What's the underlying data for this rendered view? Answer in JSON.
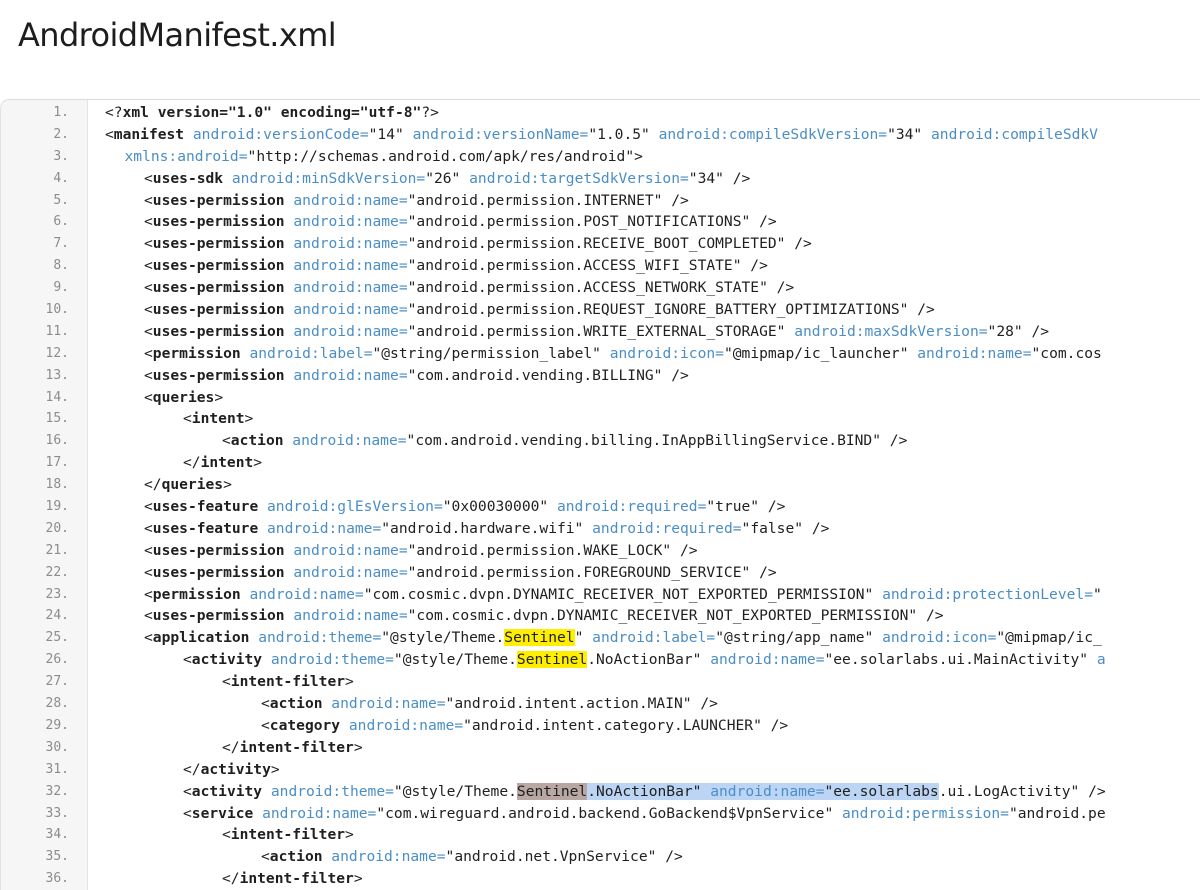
{
  "title": "AndroidManifest.xml",
  "highlight_word": "Sentinel",
  "lines": [
    {
      "n": "1.",
      "indent": 0,
      "parts": [
        {
          "t": "pu",
          "v": "<?"
        },
        {
          "t": "tg",
          "v": "xml version=\"1.0\" encoding=\"utf-8\""
        },
        {
          "t": "pu",
          "v": "?>"
        }
      ]
    },
    {
      "n": "2.",
      "indent": 0,
      "parts": [
        {
          "t": "pu",
          "v": "<"
        },
        {
          "t": "tg",
          "v": "manifest"
        },
        {
          "t": "at",
          "v": " android:versionCode"
        },
        {
          "t": "eq",
          "v": "="
        },
        {
          "t": "st",
          "v": "\"14\""
        },
        {
          "t": "at",
          "v": " android:versionName"
        },
        {
          "t": "eq",
          "v": "="
        },
        {
          "t": "st",
          "v": "\"1.0.5\""
        },
        {
          "t": "at",
          "v": " android:compileSdkVersion"
        },
        {
          "t": "eq",
          "v": "="
        },
        {
          "t": "st",
          "v": "\"34\""
        },
        {
          "t": "at",
          "v": " android:compileSdkV"
        }
      ]
    },
    {
      "n": "3.",
      "indent": 1,
      "parts": [
        {
          "t": "at",
          "v": "xmlns:android"
        },
        {
          "t": "eq",
          "v": "="
        },
        {
          "t": "st",
          "v": "\"http://schemas.android.com/apk/res/android\""
        },
        {
          "t": "pu",
          "v": ">"
        }
      ]
    },
    {
      "n": "4.",
      "indent": 2,
      "parts": [
        {
          "t": "pu",
          "v": "<"
        },
        {
          "t": "tg",
          "v": "uses-sdk"
        },
        {
          "t": "at",
          "v": " android:minSdkVersion"
        },
        {
          "t": "eq",
          "v": "="
        },
        {
          "t": "st",
          "v": "\"26\""
        },
        {
          "t": "at",
          "v": " android:targetSdkVersion"
        },
        {
          "t": "eq",
          "v": "="
        },
        {
          "t": "st",
          "v": "\"34\""
        },
        {
          "t": "pu",
          "v": " />"
        }
      ]
    },
    {
      "n": "5.",
      "indent": 2,
      "parts": [
        {
          "t": "pu",
          "v": "<"
        },
        {
          "t": "tg",
          "v": "uses-permission"
        },
        {
          "t": "at",
          "v": " android:name"
        },
        {
          "t": "eq",
          "v": "="
        },
        {
          "t": "st",
          "v": "\"android.permission.INTERNET\""
        },
        {
          "t": "pu",
          "v": " />"
        }
      ]
    },
    {
      "n": "6.",
      "indent": 2,
      "parts": [
        {
          "t": "pu",
          "v": "<"
        },
        {
          "t": "tg",
          "v": "uses-permission"
        },
        {
          "t": "at",
          "v": " android:name"
        },
        {
          "t": "eq",
          "v": "="
        },
        {
          "t": "st",
          "v": "\"android.permission.POST_NOTIFICATIONS\""
        },
        {
          "t": "pu",
          "v": " />"
        }
      ]
    },
    {
      "n": "7.",
      "indent": 2,
      "parts": [
        {
          "t": "pu",
          "v": "<"
        },
        {
          "t": "tg",
          "v": "uses-permission"
        },
        {
          "t": "at",
          "v": " android:name"
        },
        {
          "t": "eq",
          "v": "="
        },
        {
          "t": "st",
          "v": "\"android.permission.RECEIVE_BOOT_COMPLETED\""
        },
        {
          "t": "pu",
          "v": " />"
        }
      ]
    },
    {
      "n": "8.",
      "indent": 2,
      "parts": [
        {
          "t": "pu",
          "v": "<"
        },
        {
          "t": "tg",
          "v": "uses-permission"
        },
        {
          "t": "at",
          "v": " android:name"
        },
        {
          "t": "eq",
          "v": "="
        },
        {
          "t": "st",
          "v": "\"android.permission.ACCESS_WIFI_STATE\""
        },
        {
          "t": "pu",
          "v": " />"
        }
      ]
    },
    {
      "n": "9.",
      "indent": 2,
      "parts": [
        {
          "t": "pu",
          "v": "<"
        },
        {
          "t": "tg",
          "v": "uses-permission"
        },
        {
          "t": "at",
          "v": " android:name"
        },
        {
          "t": "eq",
          "v": "="
        },
        {
          "t": "st",
          "v": "\"android.permission.ACCESS_NETWORK_STATE\""
        },
        {
          "t": "pu",
          "v": " />"
        }
      ]
    },
    {
      "n": "10.",
      "indent": 2,
      "parts": [
        {
          "t": "pu",
          "v": "<"
        },
        {
          "t": "tg",
          "v": "uses-permission"
        },
        {
          "t": "at",
          "v": " android:name"
        },
        {
          "t": "eq",
          "v": "="
        },
        {
          "t": "st",
          "v": "\"android.permission.REQUEST_IGNORE_BATTERY_OPTIMIZATIONS\""
        },
        {
          "t": "pu",
          "v": " />"
        }
      ]
    },
    {
      "n": "11.",
      "indent": 2,
      "parts": [
        {
          "t": "pu",
          "v": "<"
        },
        {
          "t": "tg",
          "v": "uses-permission"
        },
        {
          "t": "at",
          "v": " android:name"
        },
        {
          "t": "eq",
          "v": "="
        },
        {
          "t": "st",
          "v": "\"android.permission.WRITE_EXTERNAL_STORAGE\""
        },
        {
          "t": "at",
          "v": " android:maxSdkVersion"
        },
        {
          "t": "eq",
          "v": "="
        },
        {
          "t": "st",
          "v": "\"28\""
        },
        {
          "t": "pu",
          "v": " />"
        }
      ]
    },
    {
      "n": "12.",
      "indent": 2,
      "parts": [
        {
          "t": "pu",
          "v": "<"
        },
        {
          "t": "tg",
          "v": "permission"
        },
        {
          "t": "at",
          "v": " android:label"
        },
        {
          "t": "eq",
          "v": "="
        },
        {
          "t": "st",
          "v": "\"@string/permission_label\""
        },
        {
          "t": "at",
          "v": " android:icon"
        },
        {
          "t": "eq",
          "v": "="
        },
        {
          "t": "st",
          "v": "\"@mipmap/ic_launcher\""
        },
        {
          "t": "at",
          "v": " android:name"
        },
        {
          "t": "eq",
          "v": "="
        },
        {
          "t": "st",
          "v": "\"com.cos"
        }
      ]
    },
    {
      "n": "13.",
      "indent": 2,
      "parts": [
        {
          "t": "pu",
          "v": "<"
        },
        {
          "t": "tg",
          "v": "uses-permission"
        },
        {
          "t": "at",
          "v": " android:name"
        },
        {
          "t": "eq",
          "v": "="
        },
        {
          "t": "st",
          "v": "\"com.android.vending.BILLING\""
        },
        {
          "t": "pu",
          "v": " />"
        }
      ]
    },
    {
      "n": "14.",
      "indent": 2,
      "parts": [
        {
          "t": "pu",
          "v": "<"
        },
        {
          "t": "tg",
          "v": "queries"
        },
        {
          "t": "pu",
          "v": ">"
        }
      ]
    },
    {
      "n": "15.",
      "indent": 4,
      "parts": [
        {
          "t": "pu",
          "v": "<"
        },
        {
          "t": "tg",
          "v": "intent"
        },
        {
          "t": "pu",
          "v": ">"
        }
      ]
    },
    {
      "n": "16.",
      "indent": 6,
      "parts": [
        {
          "t": "pu",
          "v": "<"
        },
        {
          "t": "tg",
          "v": "action"
        },
        {
          "t": "at",
          "v": " android:name"
        },
        {
          "t": "eq",
          "v": "="
        },
        {
          "t": "st",
          "v": "\"com.android.vending.billing.InAppBillingService.BIND\""
        },
        {
          "t": "pu",
          "v": " />"
        }
      ]
    },
    {
      "n": "17.",
      "indent": 4,
      "parts": [
        {
          "t": "pu",
          "v": "</"
        },
        {
          "t": "tg",
          "v": "intent"
        },
        {
          "t": "pu",
          "v": ">"
        }
      ]
    },
    {
      "n": "18.",
      "indent": 2,
      "parts": [
        {
          "t": "pu",
          "v": "</"
        },
        {
          "t": "tg",
          "v": "queries"
        },
        {
          "t": "pu",
          "v": ">"
        }
      ]
    },
    {
      "n": "19.",
      "indent": 2,
      "parts": [
        {
          "t": "pu",
          "v": "<"
        },
        {
          "t": "tg",
          "v": "uses-feature"
        },
        {
          "t": "at",
          "v": " android:glEsVersion"
        },
        {
          "t": "eq",
          "v": "="
        },
        {
          "t": "st",
          "v": "\"0x00030000\""
        },
        {
          "t": "at",
          "v": " android:required"
        },
        {
          "t": "eq",
          "v": "="
        },
        {
          "t": "st",
          "v": "\"true\""
        },
        {
          "t": "pu",
          "v": " />"
        }
      ]
    },
    {
      "n": "20.",
      "indent": 2,
      "parts": [
        {
          "t": "pu",
          "v": "<"
        },
        {
          "t": "tg",
          "v": "uses-feature"
        },
        {
          "t": "at",
          "v": " android:name"
        },
        {
          "t": "eq",
          "v": "="
        },
        {
          "t": "st",
          "v": "\"android.hardware.wifi\""
        },
        {
          "t": "at",
          "v": " android:required"
        },
        {
          "t": "eq",
          "v": "="
        },
        {
          "t": "st",
          "v": "\"false\""
        },
        {
          "t": "pu",
          "v": " />"
        }
      ]
    },
    {
      "n": "21.",
      "indent": 2,
      "parts": [
        {
          "t": "pu",
          "v": "<"
        },
        {
          "t": "tg",
          "v": "uses-permission"
        },
        {
          "t": "at",
          "v": " android:name"
        },
        {
          "t": "eq",
          "v": "="
        },
        {
          "t": "st",
          "v": "\"android.permission.WAKE_LOCK\""
        },
        {
          "t": "pu",
          "v": " />"
        }
      ]
    },
    {
      "n": "22.",
      "indent": 2,
      "parts": [
        {
          "t": "pu",
          "v": "<"
        },
        {
          "t": "tg",
          "v": "uses-permission"
        },
        {
          "t": "at",
          "v": " android:name"
        },
        {
          "t": "eq",
          "v": "="
        },
        {
          "t": "st",
          "v": "\"android.permission.FOREGROUND_SERVICE\""
        },
        {
          "t": "pu",
          "v": " />"
        }
      ]
    },
    {
      "n": "23.",
      "indent": 2,
      "parts": [
        {
          "t": "pu",
          "v": "<"
        },
        {
          "t": "tg",
          "v": "permission"
        },
        {
          "t": "at",
          "v": " android:name"
        },
        {
          "t": "eq",
          "v": "="
        },
        {
          "t": "st",
          "v": "\"com.cosmic.dvpn.DYNAMIC_RECEIVER_NOT_EXPORTED_PERMISSION\""
        },
        {
          "t": "at",
          "v": " android:protectionLevel"
        },
        {
          "t": "eq",
          "v": "="
        },
        {
          "t": "st",
          "v": "\""
        }
      ]
    },
    {
      "n": "24.",
      "indent": 2,
      "parts": [
        {
          "t": "pu",
          "v": "<"
        },
        {
          "t": "tg",
          "v": "uses-permission"
        },
        {
          "t": "at",
          "v": " android:name"
        },
        {
          "t": "eq",
          "v": "="
        },
        {
          "t": "st",
          "v": "\"com.cosmic.dvpn.DYNAMIC_RECEIVER_NOT_EXPORTED_PERMISSION\""
        },
        {
          "t": "pu",
          "v": " />"
        }
      ]
    },
    {
      "n": "25.",
      "indent": 2,
      "parts": [
        {
          "t": "pu",
          "v": "<"
        },
        {
          "t": "tg",
          "v": "application"
        },
        {
          "t": "at",
          "v": " android:theme"
        },
        {
          "t": "eq",
          "v": "="
        },
        {
          "t": "st",
          "v": "\"@style/Theme."
        },
        {
          "t": "st",
          "v": "Sentinel",
          "h": "y"
        },
        {
          "t": "st",
          "v": "\""
        },
        {
          "t": "at",
          "v": " android:label"
        },
        {
          "t": "eq",
          "v": "="
        },
        {
          "t": "st",
          "v": "\"@string/app_name\""
        },
        {
          "t": "at",
          "v": " android:icon"
        },
        {
          "t": "eq",
          "v": "="
        },
        {
          "t": "st",
          "v": "\"@mipmap/ic_"
        }
      ]
    },
    {
      "n": "26.",
      "indent": 4,
      "parts": [
        {
          "t": "pu",
          "v": "<"
        },
        {
          "t": "tg",
          "v": "activity"
        },
        {
          "t": "at",
          "v": " android:theme"
        },
        {
          "t": "eq",
          "v": "="
        },
        {
          "t": "st",
          "v": "\"@style/Theme."
        },
        {
          "t": "st",
          "v": "Sentinel",
          "h": "y"
        },
        {
          "t": "st",
          "v": ".NoActionBar\""
        },
        {
          "t": "at",
          "v": " android:name"
        },
        {
          "t": "eq",
          "v": "="
        },
        {
          "t": "st",
          "v": "\"ee.solarlabs.ui.MainActivity\""
        },
        {
          "t": "at",
          "v": " a"
        }
      ]
    },
    {
      "n": "27.",
      "indent": 6,
      "parts": [
        {
          "t": "pu",
          "v": "<"
        },
        {
          "t": "tg",
          "v": "intent-filter"
        },
        {
          "t": "pu",
          "v": ">"
        }
      ]
    },
    {
      "n": "28.",
      "indent": 8,
      "parts": [
        {
          "t": "pu",
          "v": "<"
        },
        {
          "t": "tg",
          "v": "action"
        },
        {
          "t": "at",
          "v": " android:name"
        },
        {
          "t": "eq",
          "v": "="
        },
        {
          "t": "st",
          "v": "\"android.intent.action.MAIN\""
        },
        {
          "t": "pu",
          "v": " />"
        }
      ]
    },
    {
      "n": "29.",
      "indent": 8,
      "parts": [
        {
          "t": "pu",
          "v": "<"
        },
        {
          "t": "tg",
          "v": "category"
        },
        {
          "t": "at",
          "v": " android:name"
        },
        {
          "t": "eq",
          "v": "="
        },
        {
          "t": "st",
          "v": "\"android.intent.category.LAUNCHER\""
        },
        {
          "t": "pu",
          "v": " />"
        }
      ]
    },
    {
      "n": "30.",
      "indent": 6,
      "parts": [
        {
          "t": "pu",
          "v": "</"
        },
        {
          "t": "tg",
          "v": "intent-filter"
        },
        {
          "t": "pu",
          "v": ">"
        }
      ]
    },
    {
      "n": "31.",
      "indent": 4,
      "parts": [
        {
          "t": "pu",
          "v": "</"
        },
        {
          "t": "tg",
          "v": "activity"
        },
        {
          "t": "pu",
          "v": ">"
        }
      ]
    },
    {
      "n": "32.",
      "indent": 4,
      "parts": [
        {
          "t": "pu",
          "v": "<"
        },
        {
          "t": "tg",
          "v": "activity"
        },
        {
          "t": "at",
          "v": " android:theme"
        },
        {
          "t": "eq",
          "v": "="
        },
        {
          "t": "st",
          "v": "\"@style/Theme."
        },
        {
          "t": "st",
          "v": "Sentinel",
          "h": "d"
        },
        {
          "t": "st",
          "v": ".NoActionBar\"",
          "h": "s"
        },
        {
          "t": "at",
          "v": " android:name",
          "h": "s"
        },
        {
          "t": "eq",
          "v": "=",
          "h": "s"
        },
        {
          "t": "st",
          "v": "\"ee.solarlabs",
          "h": "s"
        },
        {
          "t": "st",
          "v": ".ui.LogActivity\""
        },
        {
          "t": "pu",
          "v": " />"
        }
      ]
    },
    {
      "n": "33.",
      "indent": 4,
      "parts": [
        {
          "t": "pu",
          "v": "<"
        },
        {
          "t": "tg",
          "v": "service"
        },
        {
          "t": "at",
          "v": " android:name"
        },
        {
          "t": "eq",
          "v": "="
        },
        {
          "t": "st",
          "v": "\"com.wireguard.android.backend.GoBackend$VpnService\""
        },
        {
          "t": "at",
          "v": " android:permission"
        },
        {
          "t": "eq",
          "v": "="
        },
        {
          "t": "st",
          "v": "\"android.pe"
        }
      ]
    },
    {
      "n": "34.",
      "indent": 6,
      "parts": [
        {
          "t": "pu",
          "v": "<"
        },
        {
          "t": "tg",
          "v": "intent-filter"
        },
        {
          "t": "pu",
          "v": ">"
        }
      ]
    },
    {
      "n": "35.",
      "indent": 8,
      "parts": [
        {
          "t": "pu",
          "v": "<"
        },
        {
          "t": "tg",
          "v": "action"
        },
        {
          "t": "at",
          "v": " android:name"
        },
        {
          "t": "eq",
          "v": "="
        },
        {
          "t": "st",
          "v": "\"android.net.VpnService\""
        },
        {
          "t": "pu",
          "v": " />"
        }
      ]
    },
    {
      "n": "36.",
      "indent": 6,
      "parts": [
        {
          "t": "pu",
          "v": "</"
        },
        {
          "t": "tg",
          "v": "intent-filter"
        },
        {
          "t": "pu",
          "v": ">"
        }
      ]
    }
  ]
}
